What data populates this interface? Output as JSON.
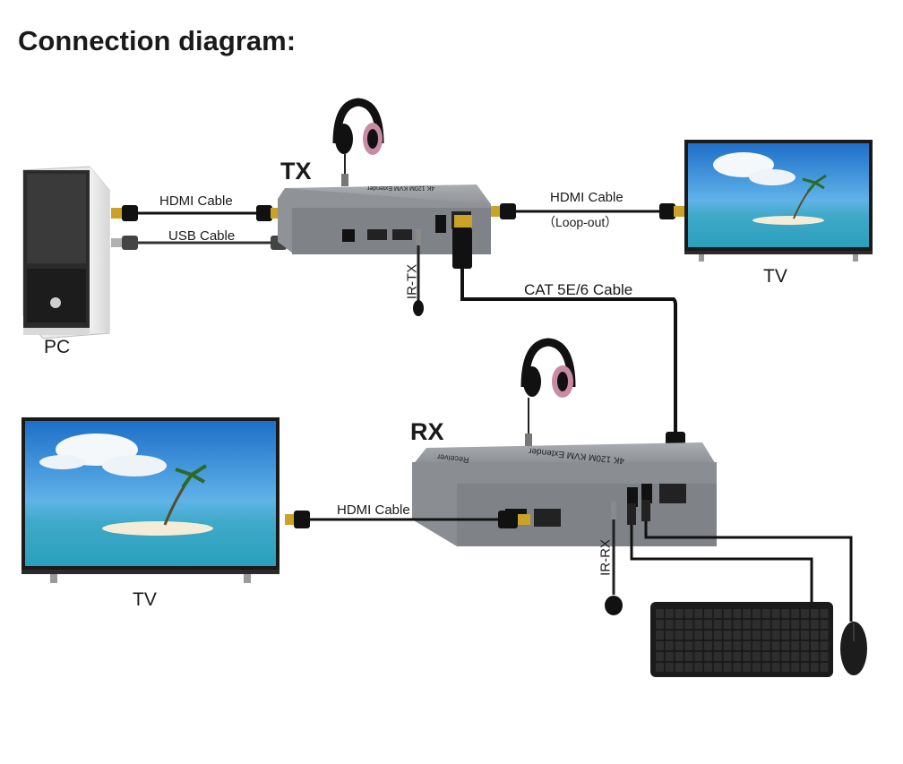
{
  "title": "Connection diagram:",
  "devices": {
    "tx": "TX",
    "rx": "RX",
    "pc": "PC",
    "tv_top": "TV",
    "tv_left": "TV"
  },
  "cables": {
    "hdmi_pc": "HDMI Cable",
    "usb_pc": "USB Cable",
    "hdmi_loop": "HDMI Cable",
    "loop_out": "（Loop-out）",
    "cat": "CAT 5E/6 Cable",
    "hdmi_rx": "HDMI Cable",
    "ir_tx": "IR-TX",
    "ir_rx": "IR-RX"
  },
  "box_text": {
    "tx_line": "4K 120M KVM Extender",
    "rx_line": "4K 120M KVM Extender",
    "rx_receiver": "Receiver"
  }
}
